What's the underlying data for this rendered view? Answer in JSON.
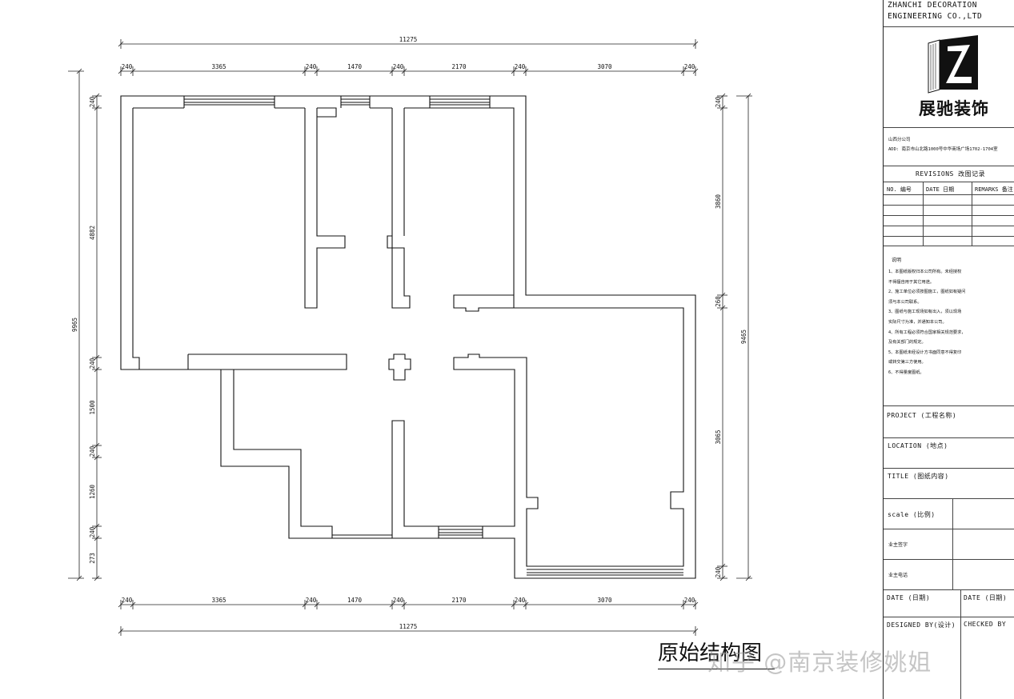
{
  "drawing": {
    "top_dims": [
      "240",
      "3365",
      "240",
      "1470",
      "240",
      "2170",
      "240",
      "3070",
      "240"
    ],
    "bottom_dims": [
      "240",
      "3365",
      "240",
      "1470",
      "240",
      "2170",
      "240",
      "3070",
      "240"
    ],
    "overall_width": "11275",
    "left_dims": [
      "240",
      "4882",
      "240",
      "1500",
      "240",
      "1260",
      "240",
      "273"
    ],
    "left_overall": "9965",
    "right_dims": [
      "240",
      "3860",
      "260",
      "3065",
      "240"
    ],
    "right_overall": "9465",
    "caption": "原始结构图"
  },
  "title_block": {
    "company_line1": "ZHANCHI DECORATION",
    "company_line2": "ENGINEERING CO.,LTD",
    "brand": "展驰装饰",
    "branch": "山西分公司",
    "address": "ADD: 南京市山北路1000号中华商场广场1702-1704室",
    "revisions_title": "REVISIONS 改图记录",
    "rev_col_no": "NO. 编号",
    "rev_col_date": "DATE 日期",
    "rev_col_remarks": "REMARKS 备注",
    "notes_title": "说明",
    "notes": [
      "1、本图纸版权归本公司所有。未经授权",
      "不得擅自用于其它用途。",
      "2、施工单位必须按图施工，图纸如有疑问",
      "须与本公司联系。",
      "3、图纸与施工现场如有出入，须以现场",
      "实际尺寸为准，并通知本公司。",
      "4、所有工程必须符合国家相关规范要求，",
      "及有关部门的规定。",
      "5、本图纸未经设计方书面同意不得复印",
      "或转交第三方使用。",
      "6、不得量度图纸。"
    ],
    "project": "PROJECT (工程名称)",
    "location": "LOCATION (地点)",
    "title": "TITLE (图纸内容)",
    "scale": "scale (比例)",
    "owner_sign": "业主签字",
    "owner_phone": "业主电话",
    "date1": "DATE (日期)",
    "date2": "DATE (日期)",
    "designed_by": "DESIGNED BY(设计)",
    "checked_by": "CHECKED BY"
  },
  "watermark": "知乎 @南京装修姚姐"
}
